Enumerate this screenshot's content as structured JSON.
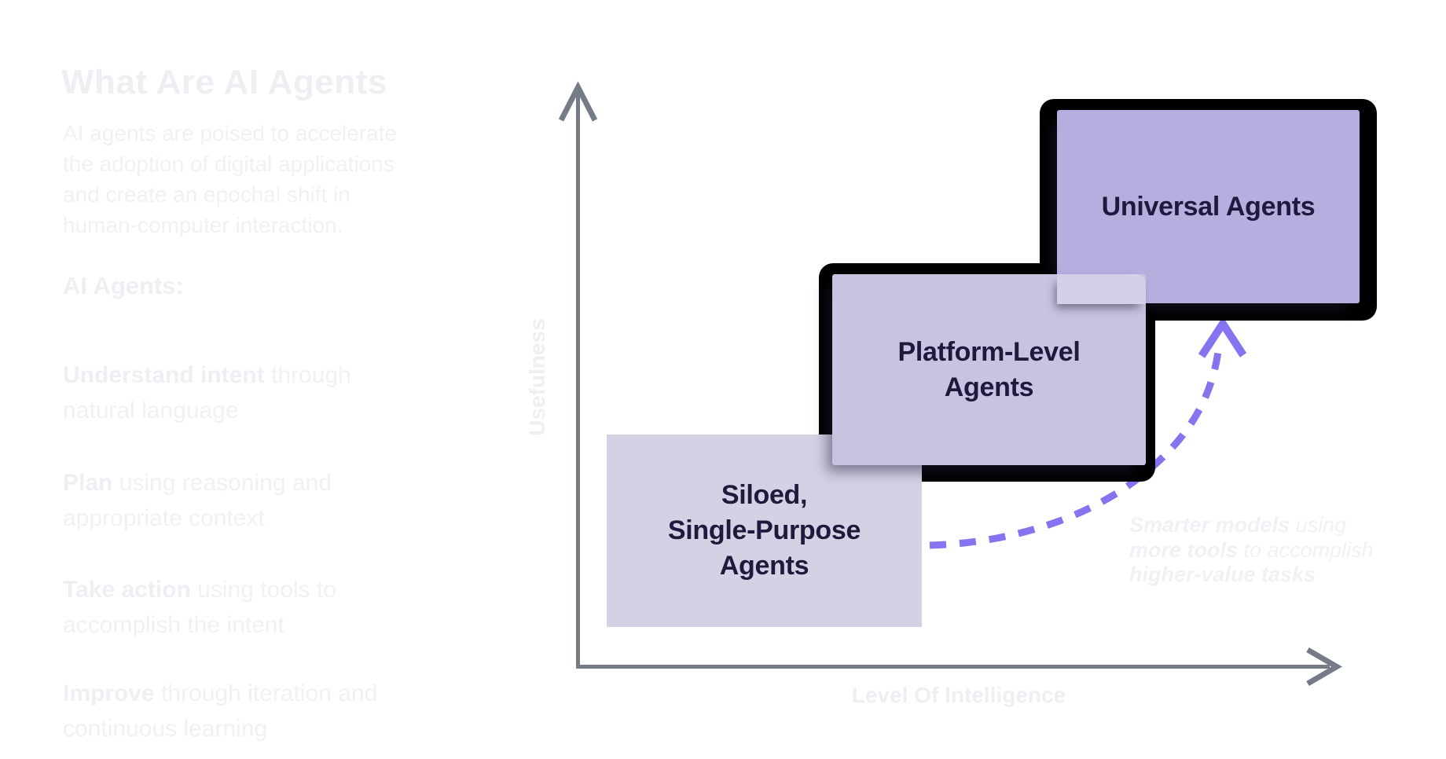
{
  "left_panel": {
    "title": "What Are AI Agents",
    "intro": "AI agents are poised to accelerate\nthe adoption of digital applications\nand create an epochal shift in\nhuman-computer interaction.",
    "subheading": "AI Agents:",
    "bullets": [
      {
        "bold": "Understand intent",
        "rest": " through\nnatural language"
      },
      {
        "bold": "Plan",
        "rest": " using reasoning and\nappropriate context"
      },
      {
        "bold": "Take action",
        "rest": " using tools to\naccomplish the intent"
      },
      {
        "bold": "Improve",
        "rest": " through iteration and\ncontinuous learning"
      }
    ]
  },
  "chart": {
    "type": "conceptual-step-diagram",
    "x_axis_label": "Level Of Intelligence",
    "y_axis_label": "Usefulness",
    "boxes": [
      {
        "label": "Siloed,\nSingle-Purpose\nAgents",
        "fill": "#d3d1e3",
        "outlined": false,
        "position": "low-left"
      },
      {
        "label": "Platform-Level\nAgents",
        "fill": "#c7c3e0",
        "outlined": true,
        "position": "middle"
      },
      {
        "label": "Universal Agents",
        "fill": "#b5aede",
        "outlined": true,
        "position": "high-right"
      }
    ],
    "arrow_caption": {
      "line1_bold": "Smarter models",
      "line1_rest": " using",
      "line2_bold": "more tools",
      "line2_rest": " to accomplish",
      "line3_bold": "higher-value tasks"
    },
    "colors": {
      "axis": "#757c88",
      "arrow": "#8574f0",
      "box_text": "#1d1a3e",
      "outline": "#000000",
      "faint_text": "#eff1f4"
    }
  }
}
